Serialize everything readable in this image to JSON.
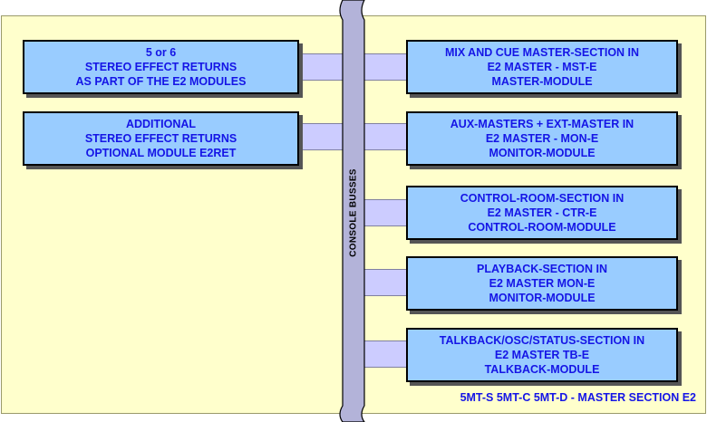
{
  "left_boxes": [
    {
      "lines": [
        "5 or 6",
        "STEREO EFFECT RETURNS",
        "AS PART OF THE E2 MODULES"
      ]
    },
    {
      "lines": [
        "ADDITIONAL",
        "STEREO EFFECT RETURNS",
        "OPTIONAL MODULE E2RET"
      ]
    }
  ],
  "right_boxes": [
    {
      "lines": [
        "MIX AND CUE MASTER-SECTION IN",
        "E2 MASTER - MST-E",
        "MASTER-MODULE"
      ]
    },
    {
      "lines": [
        "AUX-MASTERS + EXT-MASTER IN",
        "E2 MASTER - MON-E",
        "MONITOR-MODULE"
      ]
    },
    {
      "lines": [
        "CONTROL-ROOM-SECTION IN",
        "E2 MASTER - CTR-E",
        "CONTROL-ROOM-MODULE"
      ]
    },
    {
      "lines": [
        "PLAYBACK-SECTION IN",
        "E2 MASTER  MON-E",
        "MONITOR-MODULE"
      ]
    },
    {
      "lines": [
        "TALKBACK/OSC/STATUS-SECTION IN",
        "E2 MASTER  TB-E",
        "TALKBACK-MODULE"
      ]
    }
  ],
  "bus_label": "CONSOLE BUSSES",
  "footer": "5MT-S 5MT-C 5MT-D - MASTER SECTION E2",
  "colors": {
    "panel_bg": "#ffffcc",
    "box_fill": "#99ccff",
    "text": "#1515e6",
    "bus_fill": "#b3b3d9",
    "connector_fill": "#ccccff"
  }
}
